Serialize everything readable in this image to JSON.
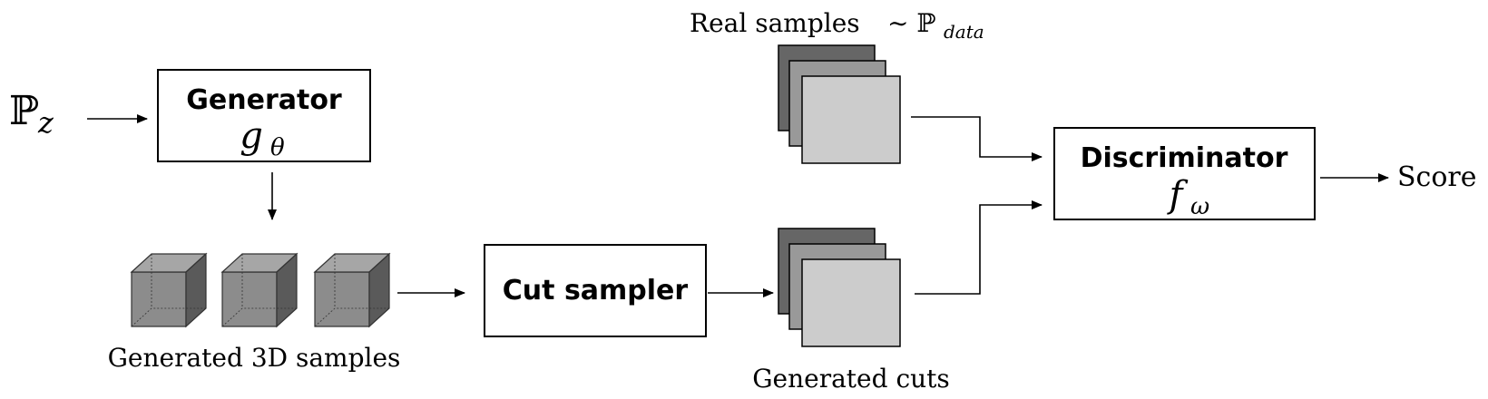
{
  "input": {
    "symbol": "ℙ",
    "subscript": "z"
  },
  "generator": {
    "title": "Generator",
    "symbol": "g",
    "subscript": "θ"
  },
  "cube_group": {
    "label": "Generated 3D samples"
  },
  "cut_sampler": {
    "title": "Cut sampler"
  },
  "real_stack": {
    "label_text": "Real samples",
    "label_math": "∼ ℙ",
    "label_sub": "data"
  },
  "cut_stack": {
    "label": "Generated cuts"
  },
  "discriminator": {
    "title": "Discriminator",
    "symbol": "f",
    "subscript": "ω"
  },
  "output": {
    "label": "Score"
  },
  "colors": {
    "dark": "#666666",
    "mid": "#999999",
    "light": "#cccccc",
    "cube_front": "#8c8c8c",
    "cube_top": "#a6a6a6",
    "cube_side": "#5a5a5a"
  }
}
